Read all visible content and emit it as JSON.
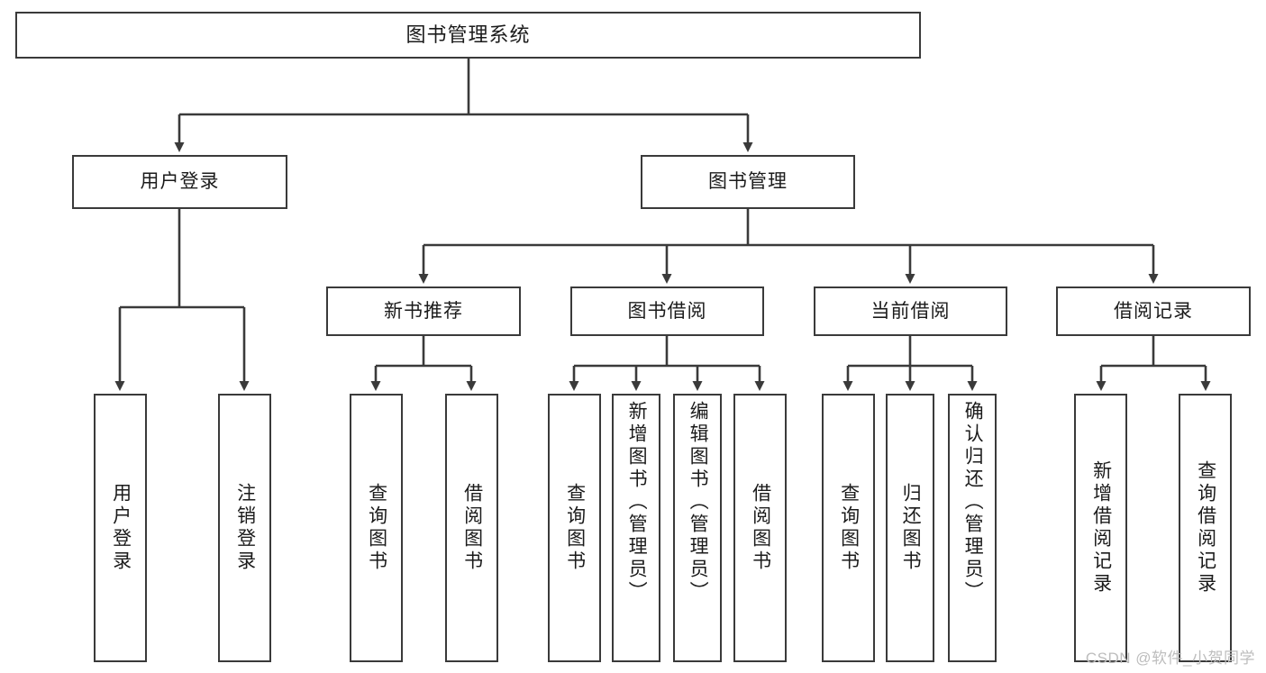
{
  "diagram": {
    "title": "图书管理系统",
    "watermark": "CSDN @软件_小贺同学",
    "style": {
      "border_color": "#3a3a3a",
      "fill_color": "#ffffff",
      "text_color": "#1b1b1b",
      "watermark_color": "#bdbdbd"
    },
    "nodes": {
      "root": {
        "label": "图书管理系统"
      },
      "level2": [
        {
          "id": "user-login",
          "label": "用户登录"
        },
        {
          "id": "book-manage",
          "label": "图书管理"
        }
      ],
      "level3": [
        {
          "id": "new-book-recommend",
          "label": "新书推荐"
        },
        {
          "id": "book-borrow",
          "label": "图书借阅"
        },
        {
          "id": "current-borrow",
          "label": "当前借阅"
        },
        {
          "id": "borrow-record",
          "label": "借阅记录"
        }
      ],
      "leaves": [
        {
          "id": "leaf-user-login",
          "label": "用户登录"
        },
        {
          "id": "leaf-logout-login",
          "label": "注销登录"
        },
        {
          "id": "leaf-query-book-1",
          "label": "查询图书"
        },
        {
          "id": "leaf-borrow-book-1",
          "label": "借阅图书"
        },
        {
          "id": "leaf-query-book-2",
          "label": "查询图书"
        },
        {
          "id": "leaf-add-book-admin",
          "label": "新增图书（管理员）"
        },
        {
          "id": "leaf-edit-book-admin",
          "label": "编辑图书（管理员）"
        },
        {
          "id": "leaf-borrow-book-2",
          "label": "借阅图书"
        },
        {
          "id": "leaf-query-book-3",
          "label": "查询图书"
        },
        {
          "id": "leaf-return-book",
          "label": "归还图书"
        },
        {
          "id": "leaf-confirm-return-admin",
          "label": "确认归还（管理员）"
        },
        {
          "id": "leaf-add-borrow-record",
          "label": "新增借阅记录"
        },
        {
          "id": "leaf-query-borrow-record",
          "label": "查询借阅记录"
        }
      ]
    },
    "edges": [
      {
        "from": "root",
        "to": "user-login"
      },
      {
        "from": "root",
        "to": "book-manage"
      },
      {
        "from": "user-login",
        "to": "leaf-user-login"
      },
      {
        "from": "user-login",
        "to": "leaf-logout-login"
      },
      {
        "from": "book-manage",
        "to": "new-book-recommend"
      },
      {
        "from": "book-manage",
        "to": "book-borrow"
      },
      {
        "from": "book-manage",
        "to": "current-borrow"
      },
      {
        "from": "book-manage",
        "to": "borrow-record"
      },
      {
        "from": "new-book-recommend",
        "to": "leaf-query-book-1"
      },
      {
        "from": "new-book-recommend",
        "to": "leaf-borrow-book-1"
      },
      {
        "from": "book-borrow",
        "to": "leaf-query-book-2"
      },
      {
        "from": "book-borrow",
        "to": "leaf-add-book-admin"
      },
      {
        "from": "book-borrow",
        "to": "leaf-edit-book-admin"
      },
      {
        "from": "book-borrow",
        "to": "leaf-borrow-book-2"
      },
      {
        "from": "current-borrow",
        "to": "leaf-query-book-3"
      },
      {
        "from": "current-borrow",
        "to": "leaf-return-book"
      },
      {
        "from": "current-borrow",
        "to": "leaf-confirm-return-admin"
      },
      {
        "from": "borrow-record",
        "to": "leaf-add-borrow-record"
      },
      {
        "from": "borrow-record",
        "to": "leaf-query-borrow-record"
      }
    ]
  }
}
